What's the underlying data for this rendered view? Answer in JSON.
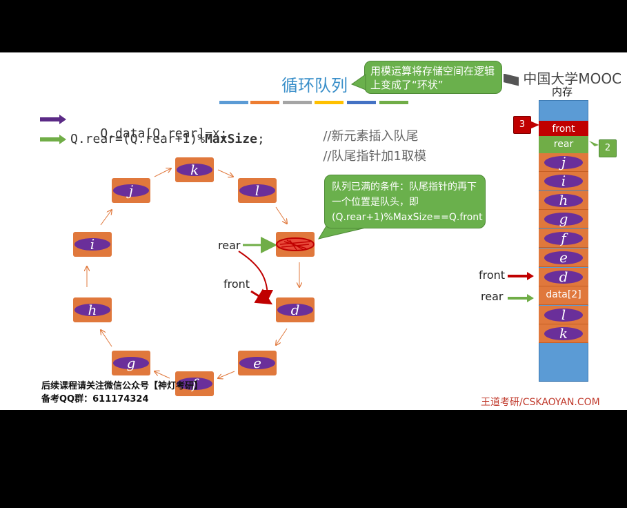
{
  "slide": {
    "title": "循环队列",
    "logo": "中国大学MOOC",
    "memory_label": "内存",
    "callout_top": "用模运算将存储空间在逻辑上变成了“环状”",
    "callout_full": "队列已满的条件：队尾指针的再下一个位置是队头，即(Q.rear+1)%MaxSize==Q.front",
    "color_strip": [
      "#5b9bd5",
      "#ed7d31",
      "#a5a5a5",
      "#ffc000",
      "#4472c4",
      "#70ad47"
    ],
    "code": {
      "line1_code": "Q.data[Q.rear]=x;",
      "line1_comment": "//新元素插入队尾",
      "line2_code_a": "Q.rear=(Q.rear+1)%",
      "line2_code_b": "MaxSize",
      "line2_code_c": ";",
      "line2_comment": "//队尾指针加1取模"
    },
    "ring_nodes": [
      "k",
      "l",
      "",
      "d",
      "e",
      "f",
      "g",
      "h",
      "i",
      "j"
    ],
    "ring_pointers": {
      "rear": "rear",
      "front": "front"
    },
    "memory_cells": [
      "front",
      "rear",
      "j",
      "i",
      "h",
      "g",
      "f",
      "e",
      "d",
      "data[2]",
      "l",
      "k"
    ],
    "memory_pointers": {
      "front": "front",
      "rear": "rear"
    },
    "badges": {
      "front_index": "3",
      "rear_index": "2"
    },
    "notice_line1": "后续课程请关注微信公众号【神灯考研】",
    "notice_line2": "备考QQ群：611174324",
    "footer": "王道考研/CSKAOYAN.COM",
    "colors": {
      "node_fill": "#e0783c",
      "oval_fill": "#6a2f9a",
      "bubble_fill": "#6ab04c",
      "memory_bg": "#5b9bd5",
      "front_cell": "#c00000",
      "rear_cell": "#70ad47",
      "arrow_purple": "#5b2a86",
      "arrow_green": "#70ad47",
      "arrow_red": "#c00000"
    }
  }
}
